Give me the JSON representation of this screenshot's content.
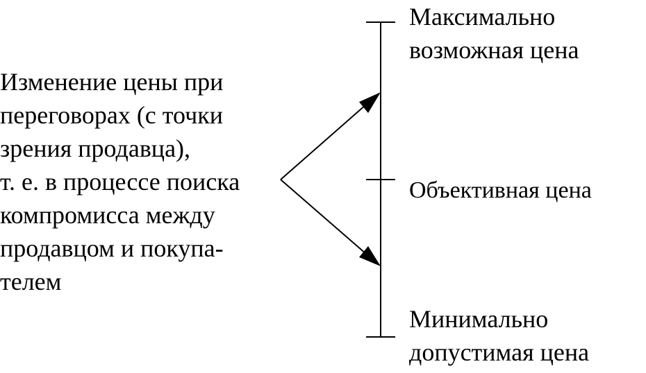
{
  "description_lines": [
    "Изменение цены при",
    "переговорах (с точки",
    "зрения продавца),",
    "т. е. в процессе поиска",
    "компромисса между",
    "продавцом и покупа-",
    "телем"
  ],
  "scale_labels": {
    "max": [
      "Максимально",
      "возможная цена"
    ],
    "objective": [
      "Объективная цена"
    ],
    "min": [
      "Минимально",
      "допустимая цена"
    ]
  },
  "colors": {
    "line": "#000000",
    "text": "#000000",
    "background": "#ffffff"
  }
}
